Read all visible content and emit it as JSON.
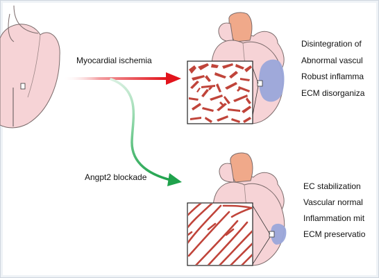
{
  "labels": {
    "ischemia": "Myocardial ischemia",
    "blockade": "Angpt2 blockade"
  },
  "outcomes_ischemia": [
    "Disintegration of",
    "Abnormal vascul",
    "Robust inflamma",
    "ECM disorganiza"
  ],
  "outcomes_blockade": [
    "EC stabilization",
    "Vascular normal",
    "Inflammation mit",
    "ECM preservatio"
  ],
  "colors": {
    "heart_pink": "#f6d3d6",
    "heart_outline": "#7a6a6a",
    "atrium_orange": "#f0a98a",
    "infarct_blue": "#9aa6da",
    "vessel_red": "#c0443a",
    "arrow_red": "#e2141c",
    "arrow_green": "#2fae5a",
    "text": "#111111"
  }
}
